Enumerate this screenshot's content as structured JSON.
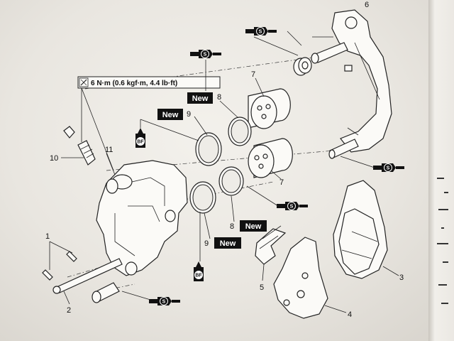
{
  "torque_spec": "6 N·m (0.6 kgf·m, 4.4 lb·ft)",
  "new_label": "New",
  "grease_symbol": "S",
  "brake_fluid_symbol": "BF",
  "callouts": {
    "c1": "1",
    "c2": "2",
    "c3": "3",
    "c4": "4",
    "c5": "5",
    "c6": "6",
    "c7a": "7",
    "c7b": "7",
    "c8a": "8",
    "c8b": "8",
    "c9a": "9",
    "c9b": "9",
    "c10": "10",
    "c11": "11"
  }
}
